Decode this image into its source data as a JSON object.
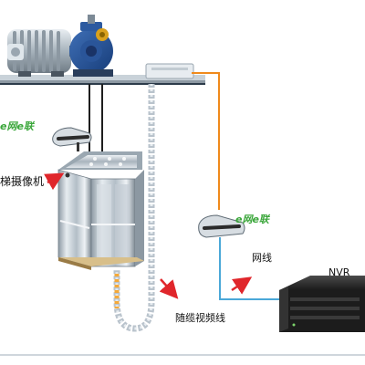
{
  "labels": {
    "camera": "梯摄像机",
    "network_cable": "网线",
    "video_cable": "随缆视频线",
    "nvr": "NVR"
  },
  "brand": {
    "mark_left": "e网e联",
    "mark_right": "e网e联"
  },
  "colors": {
    "brand_green": "#3aa63a",
    "network_line": "#4aa8d8",
    "bridge_line": "#f08a1c",
    "arrow_red": "#e0262b",
    "cable_chain": "#b9c3cc",
    "cable_accent": "#f4a93a",
    "nvr_body": "#1c1c1c"
  },
  "icons": {
    "motor": "traction-motor-icon",
    "bridge_upper": "wireless-bridge-icon",
    "bridge_lower": "wireless-bridge-icon",
    "elevator": "elevator-car-icon",
    "nvr": "nvr-recorder-icon"
  }
}
